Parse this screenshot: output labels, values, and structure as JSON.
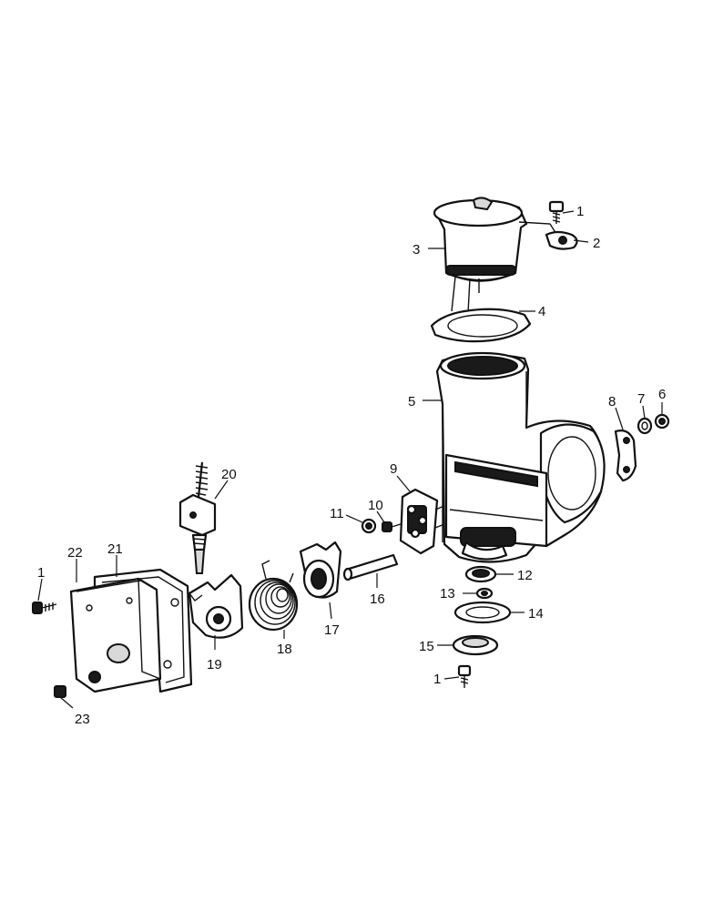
{
  "callouts": [
    {
      "id": "c1a",
      "text": "1"
    },
    {
      "id": "c2",
      "text": "2"
    },
    {
      "id": "c3",
      "text": "3"
    },
    {
      "id": "c4",
      "text": "4"
    },
    {
      "id": "c5",
      "text": "5"
    },
    {
      "id": "c6",
      "text": "6"
    },
    {
      "id": "c7",
      "text": "7"
    },
    {
      "id": "c8",
      "text": "8"
    },
    {
      "id": "c9",
      "text": "9"
    },
    {
      "id": "c10",
      "text": "10"
    },
    {
      "id": "c11",
      "text": "11"
    },
    {
      "id": "c12",
      "text": "12"
    },
    {
      "id": "c13",
      "text": "13"
    },
    {
      "id": "c14",
      "text": "14"
    },
    {
      "id": "c15",
      "text": "15"
    },
    {
      "id": "c1b",
      "text": "1"
    },
    {
      "id": "c16",
      "text": "16"
    },
    {
      "id": "c17",
      "text": "17"
    },
    {
      "id": "c18",
      "text": "18"
    },
    {
      "id": "c19",
      "text": "19"
    },
    {
      "id": "c20",
      "text": "20"
    },
    {
      "id": "c21",
      "text": "21"
    },
    {
      "id": "c22",
      "text": "22"
    },
    {
      "id": "c1c",
      "text": "1"
    },
    {
      "id": "c23",
      "text": "23"
    }
  ]
}
